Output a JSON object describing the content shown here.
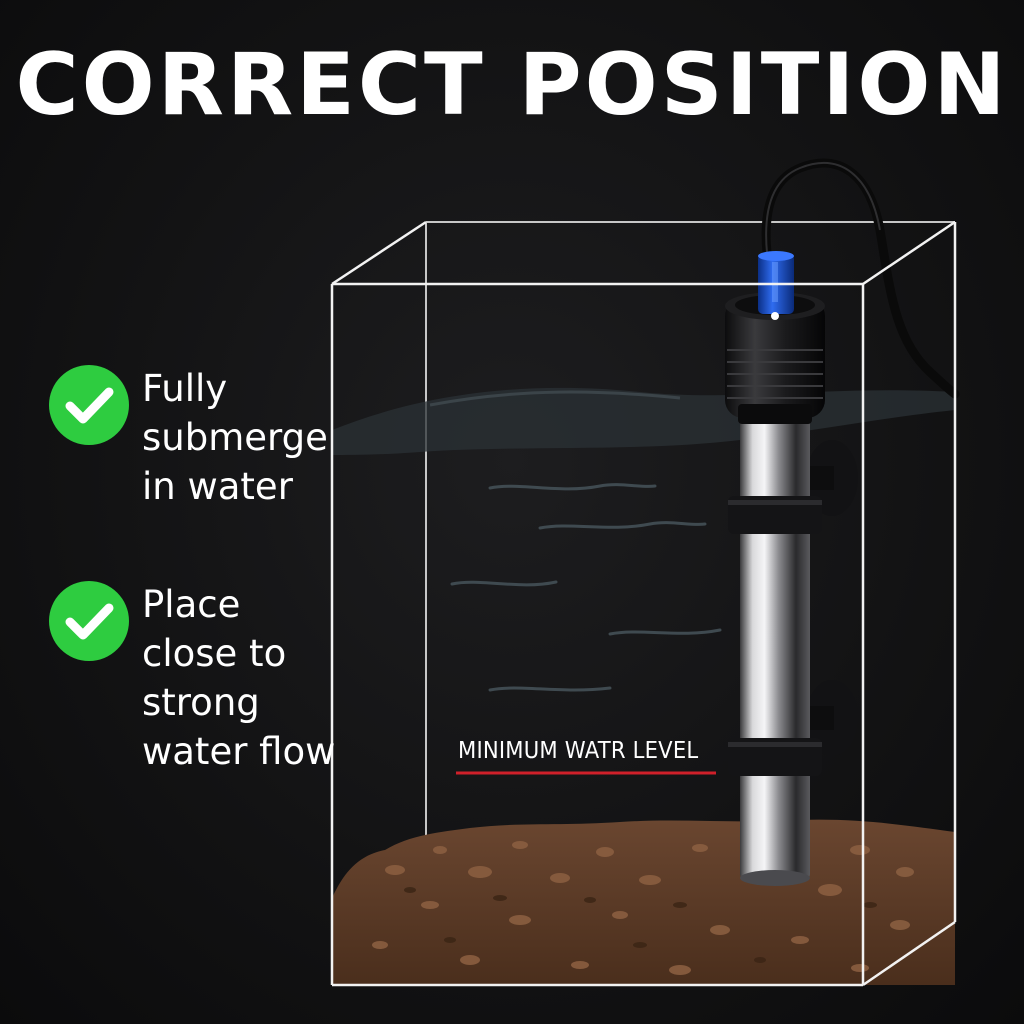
{
  "headline": "CORRECT POSITION",
  "tips": [
    {
      "lines": [
        "Fully",
        "submerge",
        "in water"
      ],
      "icon": "check-circle-icon"
    },
    {
      "lines": [
        "Place",
        "close to",
        "strong",
        "water flow"
      ],
      "icon": "check-circle-icon"
    }
  ],
  "minimum_level_label": "MINIMUM WATR LEVEL",
  "colors": {
    "background": "#121213",
    "check_green": "#2ecc40",
    "level_line_red": "#d0202a",
    "heater_cap_blue": "#1f5fd6",
    "substrate_brown": "#5a3a26"
  }
}
